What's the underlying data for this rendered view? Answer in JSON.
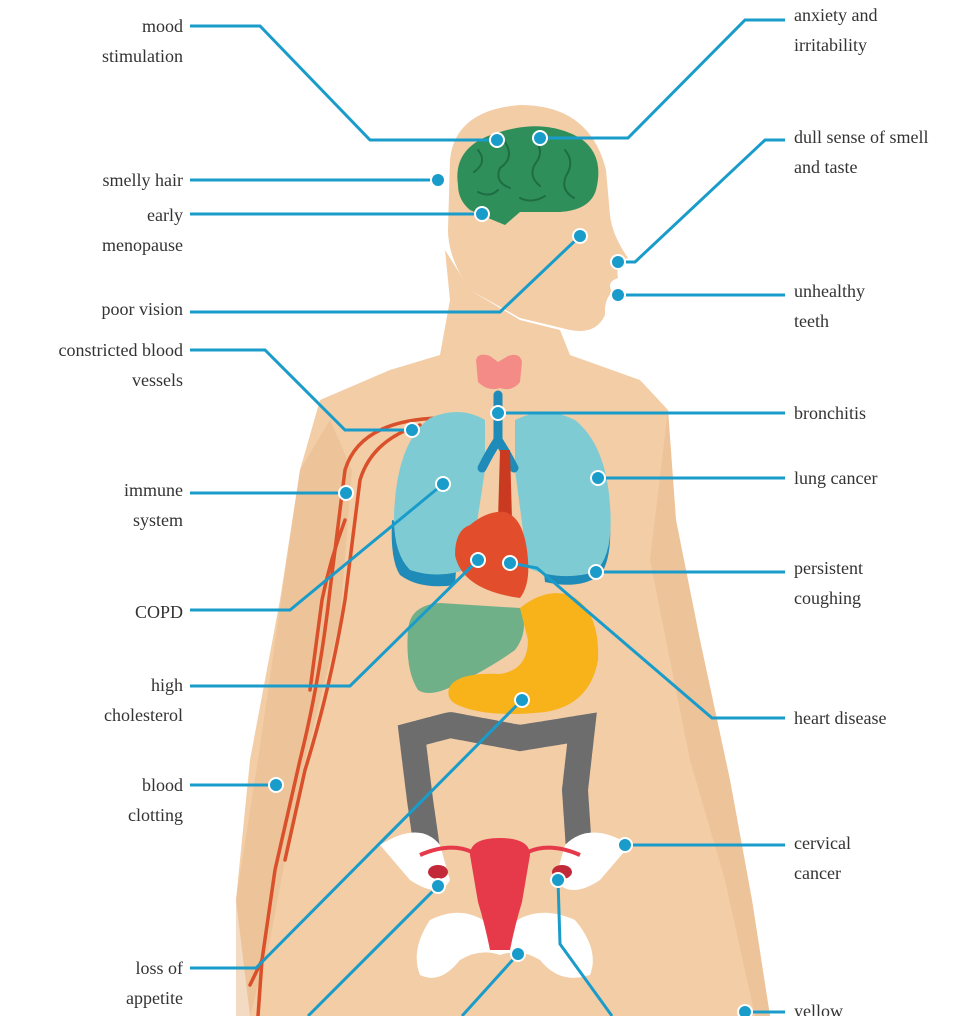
{
  "colors": {
    "skin": "#f2cda6",
    "skin_shade": "#e9bb8f",
    "leader": "#1a9ccb",
    "brain": "#2f8f5b",
    "lungs": "#7fcbd3",
    "lungs_dark": "#1e8bb8",
    "heart": "#e24e2c",
    "liver": "#6fb089",
    "stomach": "#f8b21a",
    "intestine": "#6d6d6d",
    "uterus": "#e63a4a",
    "thyroid": "#f48b86",
    "bone": "#ffffff",
    "vein": "#d9502b"
  },
  "labels_left": [
    {
      "id": "mood",
      "text": "mood\nstimulation"
    },
    {
      "id": "smelly-hair",
      "text": "smelly hair"
    },
    {
      "id": "early-menopause",
      "text": "early\nmenopause"
    },
    {
      "id": "poor-vision",
      "text": "poor vision"
    },
    {
      "id": "constricted",
      "text": "constricted blood\nvessels"
    },
    {
      "id": "immune",
      "text": "immune\nsystem"
    },
    {
      "id": "copd",
      "text": "COPD"
    },
    {
      "id": "cholesterol",
      "text": "high\ncholesterol"
    },
    {
      "id": "clotting",
      "text": "blood\nclotting"
    },
    {
      "id": "appetite",
      "text": "loss of\nappetite"
    }
  ],
  "labels_right": [
    {
      "id": "anxiety",
      "text": "anxiety and\nirritability"
    },
    {
      "id": "smell-taste",
      "text": "dull sense of smell\nand taste"
    },
    {
      "id": "teeth",
      "text": "unhealthy\nteeth"
    },
    {
      "id": "bronchitis",
      "text": "bronchitis"
    },
    {
      "id": "lung-cancer",
      "text": "lung cancer"
    },
    {
      "id": "coughing",
      "text": "persistent\ncoughing"
    },
    {
      "id": "heart-disease",
      "text": "heart disease"
    },
    {
      "id": "cervical",
      "text": "cervical\ncancer"
    },
    {
      "id": "yellow",
      "text": "yellow"
    }
  ]
}
